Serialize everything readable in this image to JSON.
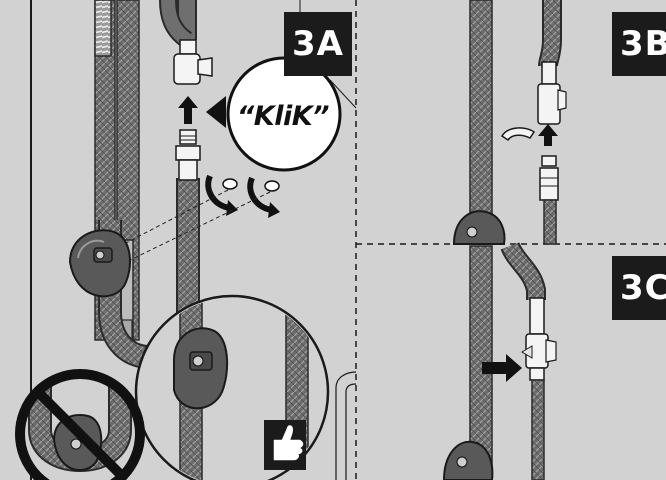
{
  "panels": {
    "a": {
      "label": "3A"
    },
    "b": {
      "label": "3B"
    },
    "c": {
      "label": "3C"
    }
  },
  "callout": {
    "text": "“KliK”"
  },
  "colors": {
    "background": "#d2d2d2",
    "hose": "#6f6f6f",
    "badge": "#1b1b1b",
    "weight": "#595959",
    "metal": "#f4f4f4"
  },
  "icons": [
    "up-arrow-icon",
    "pointer-triangle-icon",
    "rotate-arrow-icon",
    "push-arrow-icon",
    "thumbs-up-icon",
    "prohibited-icon"
  ]
}
